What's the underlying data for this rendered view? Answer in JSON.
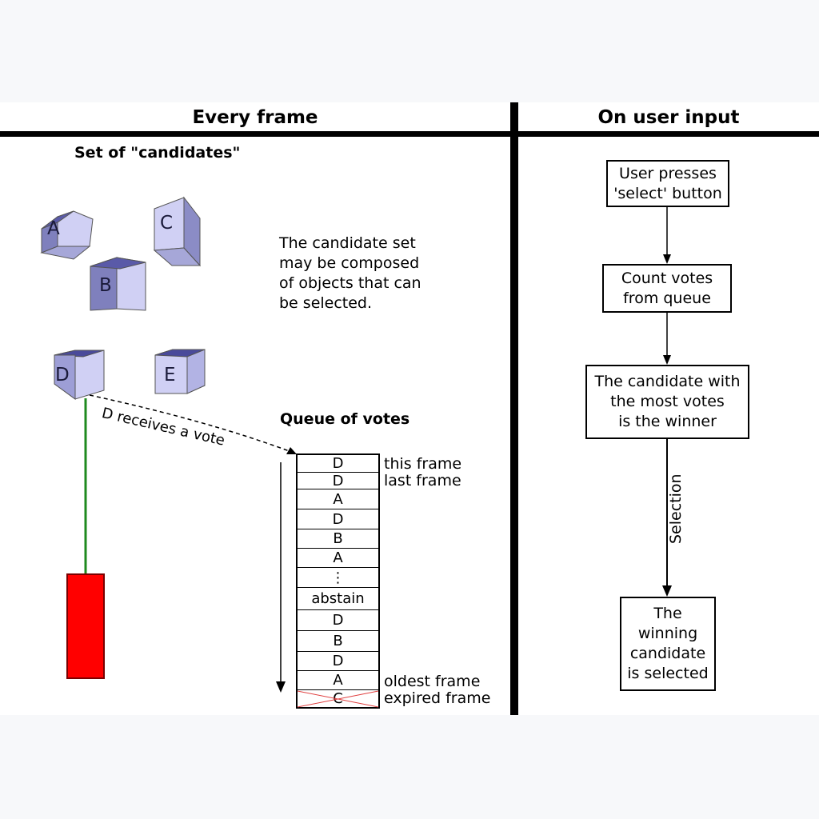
{
  "columns": {
    "left_title": "Every frame",
    "right_title": "On user input"
  },
  "candidates": {
    "heading": "Set of \"candidates\"",
    "labels": [
      "A",
      "B",
      "C",
      "D",
      "E"
    ],
    "note_lines": [
      "The candidate set",
      "may be composed",
      "of objects that can",
      "be selected."
    ]
  },
  "vote": {
    "arrow_label": "D receives a vote"
  },
  "queue": {
    "heading": "Queue of votes",
    "cells": [
      "D",
      "D",
      "A",
      "D",
      "B",
      "A",
      "⋮",
      "abstain",
      "D",
      "B",
      "D",
      "A",
      "C"
    ],
    "label_this": "this frame",
    "label_last": "last frame",
    "label_oldest": "oldest frame",
    "label_expired": "expired frame"
  },
  "flow": {
    "step1": [
      "User presses",
      "'select' button"
    ],
    "step2": [
      "Count votes",
      "from queue"
    ],
    "step3": [
      "The candidate with",
      "the most votes",
      "is the winner"
    ],
    "step4": [
      "The",
      "winning",
      "candidate",
      "is selected"
    ],
    "edge_label": "Selection"
  },
  "colors": {
    "cube_face": "#c9c9f2",
    "cube_side": "#7f80bd",
    "cube_top": "#4a4a9a",
    "beam": "#1f8a1f",
    "pointer": "#ff0000",
    "expired_cross": "#e04040"
  }
}
